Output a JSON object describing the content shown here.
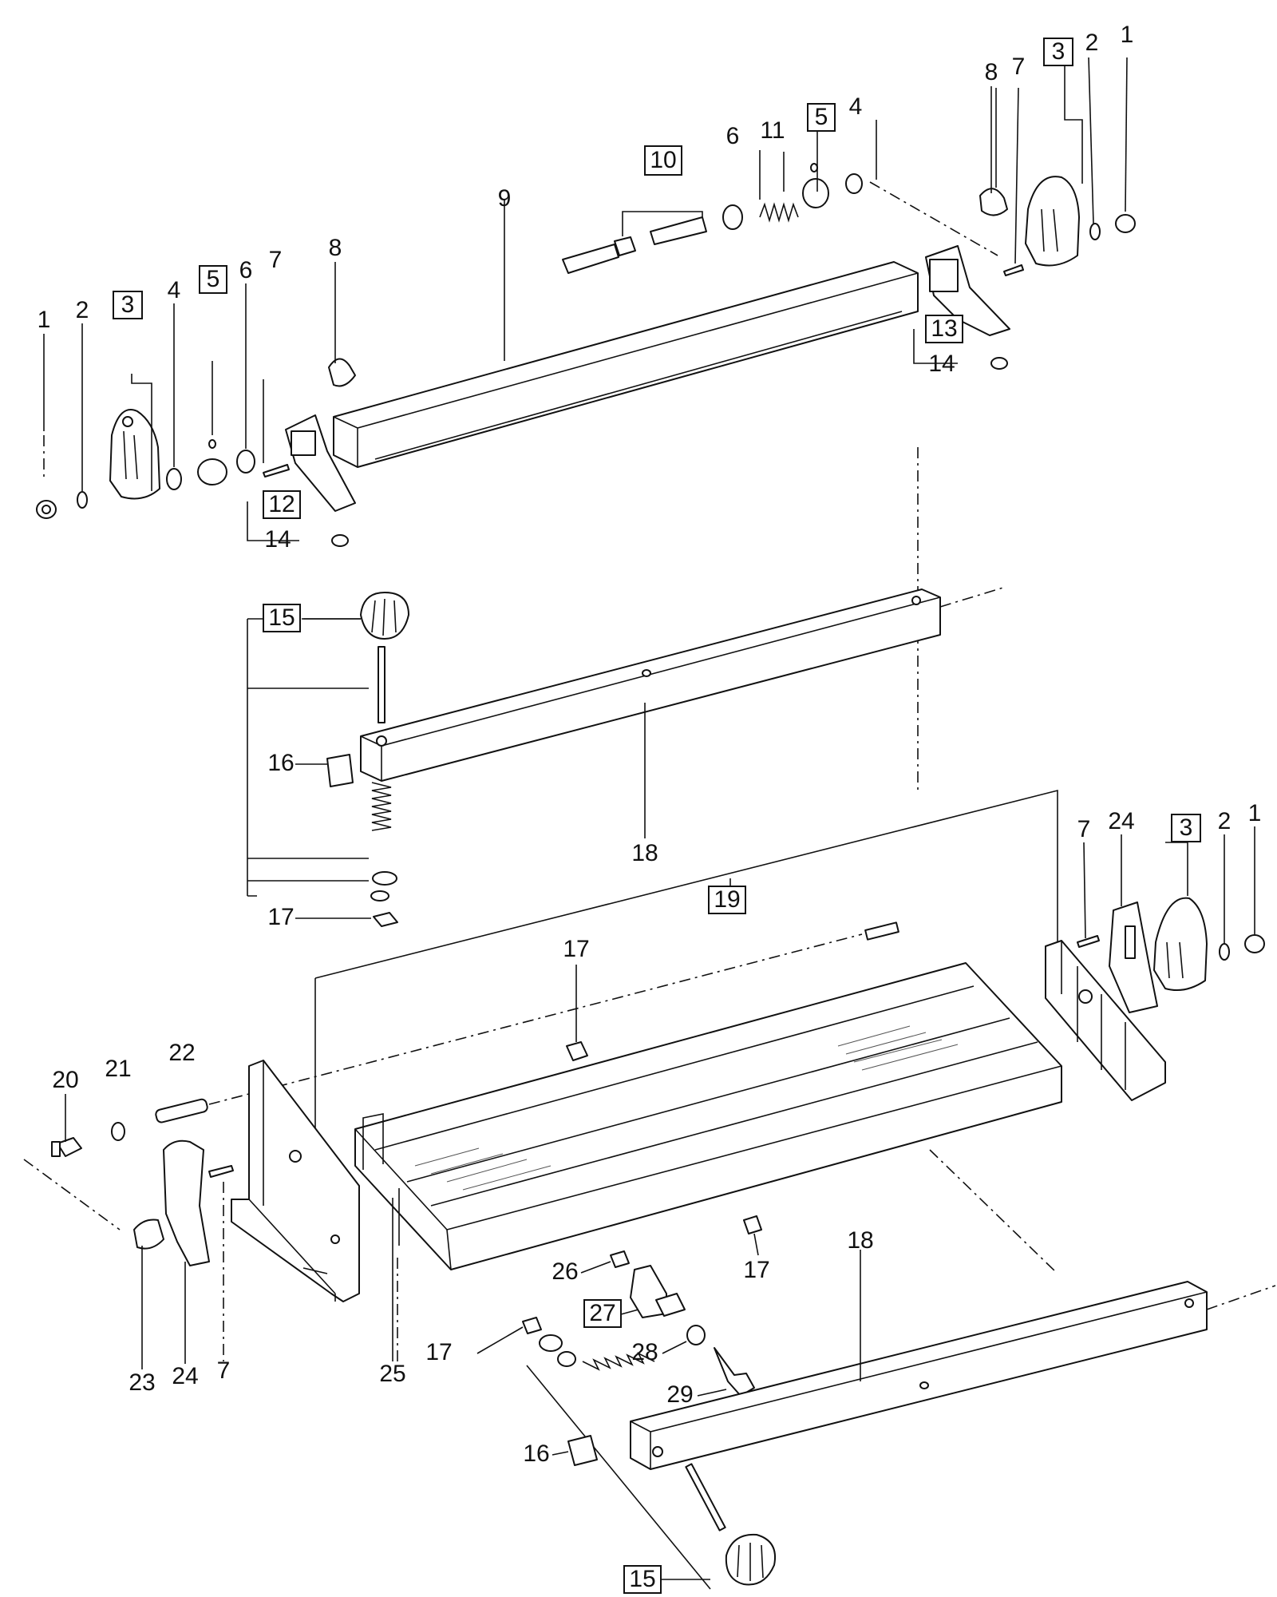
{
  "labels": {
    "l1a": "1",
    "l2a": "2",
    "l3a": "3",
    "l4a": "4",
    "l5a": "5",
    "l6a": "6",
    "l7a": "7",
    "l8a": "8",
    "l12": "12",
    "l14a": "14",
    "l9": "9",
    "l10": "10",
    "l6b": "6",
    "l11": "11",
    "l5b": "5",
    "l4b": "4",
    "l8b": "8",
    "l7b": "7",
    "l3b": "3",
    "l2b": "2",
    "l1b": "1",
    "l13": "13",
    "l14b": "14",
    "l15a": "15",
    "l16a": "16",
    "l17a": "17",
    "l18a": "18",
    "l19": "19",
    "l7c": "7",
    "l24a": "24",
    "l3c": "3",
    "l2c": "2",
    "l1c": "1",
    "l17b": "17",
    "l20": "20",
    "l21": "21",
    "l22": "22",
    "l23": "23",
    "l24b": "24",
    "l7d": "7",
    "l25": "25",
    "l17c": "17",
    "l26": "26",
    "l27": "27",
    "l28": "28",
    "l29": "29",
    "l17d": "17",
    "l18b": "18",
    "l16b": "16",
    "l15b": "15"
  }
}
